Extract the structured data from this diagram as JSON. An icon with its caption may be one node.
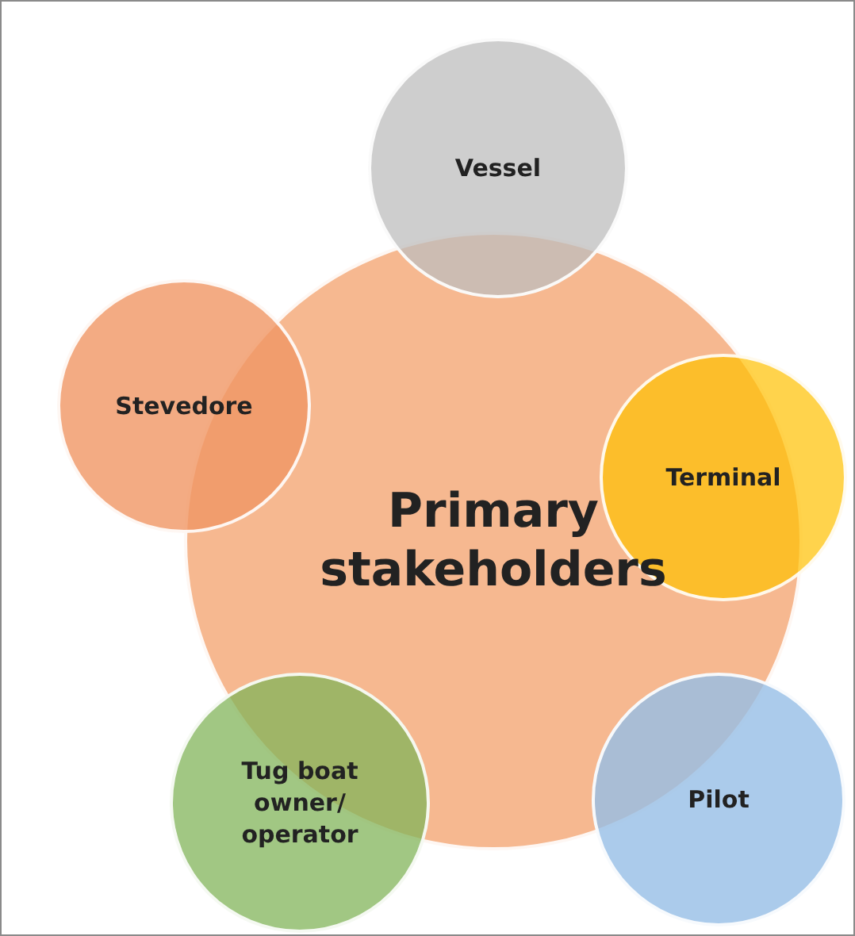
{
  "diagram": {
    "nodes": [
      {
        "text": [
          "Primary stakeholders"
        ]
      },
      {
        "text": [
          "Vessel"
        ]
      },
      {
        "text": [
          "Terminal"
        ]
      },
      {
        "text": [
          "Stevedore"
        ]
      },
      {
        "text": [
          "Tug boat owner/ operator"
        ]
      },
      {
        "text": [
          "Pilot"
        ]
      }
    ]
  }
}
